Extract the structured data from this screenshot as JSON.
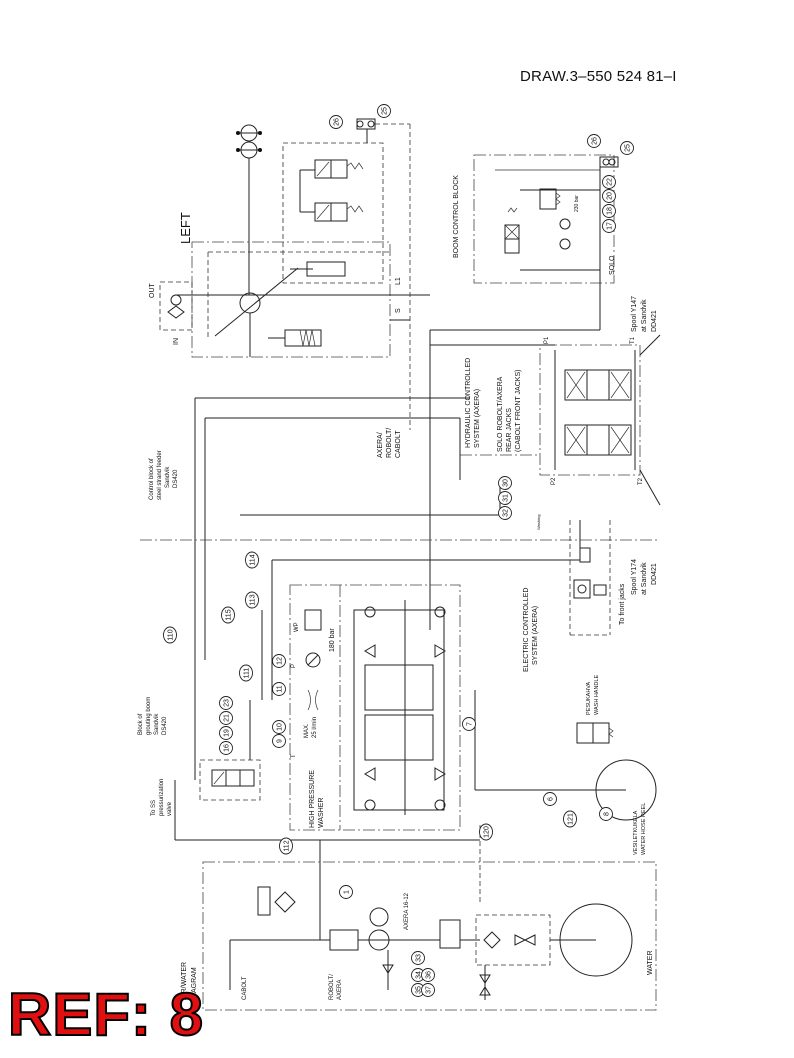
{
  "drawing_number": "DRAW.3–550 524 81–I",
  "ref_label": "REF: 8",
  "left_label": "LEFT",
  "labels": {
    "in": "IN",
    "out": "OUT",
    "l1": "L1",
    "s": "S",
    "boom_block": "BOOM CONTROL BLOCK",
    "pressure_230": "230 bar",
    "solo": "SOLO",
    "spool_y147": "Spool Y147",
    "at_sandvik": "at Sandvik",
    "dd421": "DD421",
    "hydraulic_1": "HYDRAULIC CONTROLLED",
    "hydraulic_2": "SYSTEM (AXERA)",
    "solo_robolt_1": "SOLO ROBOLT/AXERA",
    "solo_robolt_2": "REAR JACKS",
    "solo_robolt_3": "(CABOLT FRONT JACKS)",
    "axera_1": "AXERA/",
    "axera_2": "ROBOLT/",
    "axera_3": "CABOLT",
    "control_1": "Control block of",
    "control_2": "steel strand feeder",
    "control_3": "Sandvik",
    "control_4": "DS420",
    "spool_y174": "Spool Y174",
    "at_sandvik_2": "at Sandvik",
    "dd421_2": "DD421",
    "front_jacks": "To front jacks",
    "electric_1": "ELECTRIC CONTROLLED",
    "electric_2": "SYSTEM (AXERA)",
    "washing": "Washing",
    "water_reel_1": "VESILETKUKELA",
    "water_reel_2": "WATER HOSE REEL",
    "wash_handle_1": "PESUKAHVA",
    "wash_handle_2": "WASH HANDLE",
    "hp_1": "HIGH PRESSURE",
    "hp_2": "WASHER",
    "max_1": "MAX.",
    "max_2": "25 l/min",
    "bar_180": "180 bar",
    "block_1": "Block of",
    "block_2": "grouting boom",
    "block_3": "Sandvik",
    "block_4": "DS420",
    "to_ss_1": "To SS",
    "to_ss_2": "pressurization",
    "to_ss_3": "valve",
    "axera_1612": "AXERA 16-12",
    "air_water_1": "AIR/WATER",
    "air_water_2": "DIAGRAM",
    "cabolt": "CABOLT",
    "robolt_1": "ROBOLT/",
    "robolt_2": "AXERA",
    "water": "WATER",
    "p": "P",
    "t": "T",
    "wp": "WP",
    "p1": "P1",
    "t1": "T1",
    "p2": "P2",
    "t2": "T2"
  },
  "callouts": [
    "26",
    "25",
    "26",
    "25",
    "17",
    "18",
    "20",
    "22",
    "110",
    "115",
    "113",
    "114",
    "111",
    "12",
    "11",
    "10",
    "9",
    "7",
    "16",
    "19",
    "21",
    "23",
    "112",
    "120",
    "6",
    "121",
    "8",
    "1",
    "35",
    "34",
    "33",
    "37",
    "36",
    "32",
    "31",
    "30"
  ]
}
